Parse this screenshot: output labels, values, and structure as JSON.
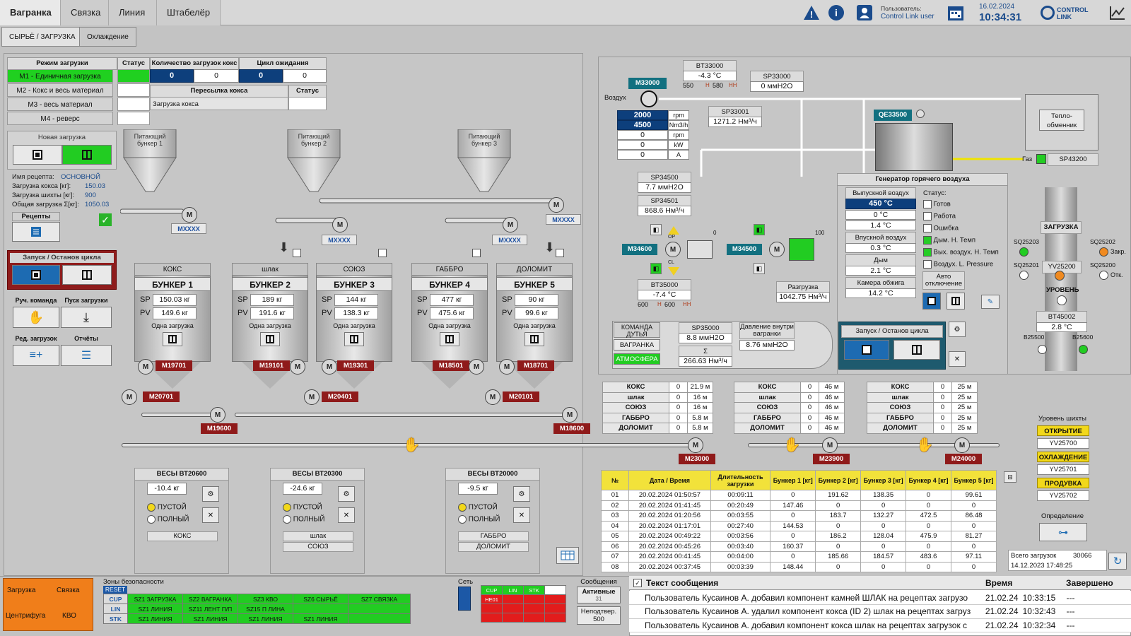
{
  "tabs": [
    "Вагранка",
    "Связка",
    "Линия",
    "Штабелёр"
  ],
  "subtabs": [
    "СЫРЬЁ / ЗАГРУЗКА",
    "Охлаждение"
  ],
  "header": {
    "user_label": "Пользователь:",
    "user_name": "Control Link user",
    "date": "16.02.2024",
    "time": "10:34:31",
    "brand": "CONTROL LINK"
  },
  "modes": {
    "h_mode": "Режим загрузки",
    "h_status": "Статус",
    "h_count": "Количество загрузок кокс",
    "h_cycle": "Цикл ожидания",
    "items": [
      "M1 - Единичная загрузка",
      "M2 - Кокс и весь материал",
      "M3 - весь материал",
      "M4 - реверс"
    ],
    "count_a": "0",
    "count_b": "0",
    "cycle_a": "0",
    "cycle_b": "0",
    "resend": "Пересылка кокса",
    "resend_status": "Статус",
    "coke_load": "Загрузка кокса"
  },
  "left": {
    "new_load": "Новая загрузка",
    "recipe_name_l": "Имя рецепта:",
    "recipe_name": "ОСНОВНОЙ",
    "coke_l": "Загрузка кокса [кг]:",
    "coke": "150.03",
    "charge_l": "Загрузка шихты [кг]:",
    "charge": "900",
    "total_l": "Общая загрузка Σ[кг]:",
    "total": "1050.03",
    "recipes": "Рецепты",
    "cycle": "Запуск / Останов цикла",
    "manual": "Руч. команда",
    "start_load": "Пуск загрузки",
    "edit": "Ред. загрузок",
    "reports": "Отчёты"
  },
  "feeders": [
    "Питающий бункер 1",
    "Питающий бункер 2",
    "Питающий бункер 3"
  ],
  "mxxxx": "MXXXX",
  "bunkers": [
    {
      "mat": "КОКС",
      "name": "БУНКЕР 1",
      "sp": "150.03 кг",
      "pv": "149.6 кг",
      "one": "Одна загрузка",
      "motor": "M19701"
    },
    {
      "mat": "шлак",
      "name": "БУНКЕР 2",
      "sp": "189 кг",
      "pv": "191.6 кг",
      "one": "Одна загрузка",
      "motor": "M19101"
    },
    {
      "mat": "СОЮЗ",
      "name": "БУНКЕР 3",
      "sp": "144 кг",
      "pv": "138.3 кг",
      "one": "Одна загрузка",
      "motor": "M19301"
    },
    {
      "mat": "ГАББРО",
      "name": "БУНКЕР 4",
      "sp": "477 кг",
      "pv": "475.6 кг",
      "one": "Одна загрузка",
      "motor": "M18501"
    },
    {
      "mat": "ДОЛОМИТ",
      "name": "БУНКЕР 5",
      "sp": "90 кг",
      "pv": "99.6 кг",
      "one": "Одна загрузка",
      "motor": "M18701"
    }
  ],
  "sp_l": "SP",
  "pv_l": "PV",
  "m": "M",
  "motors": {
    "m20701": "M20701",
    "m20401": "M20401",
    "m20101": "M20101",
    "m19600": "M19600",
    "m18600": "M18600",
    "m23000": "M23000",
    "m23900": "M23900",
    "m24000": "M24000"
  },
  "scales": [
    {
      "title": "ВЕСЫ ВТ20600",
      "val": "-10.4 кг",
      "empty": "ПУСТОЙ",
      "full": "ПОЛНЫЙ",
      "mats": [
        "КОКС"
      ]
    },
    {
      "title": "ВЕСЫ ВТ20300",
      "val": "-24.6 кг",
      "empty": "ПУСТОЙ",
      "full": "ПОЛНЫЙ",
      "mats": [
        "шлак",
        "СОЮЗ"
      ]
    },
    {
      "title": "ВЕСЫ ВТ20000",
      "val": "-9.5 кг",
      "empty": "ПУСТОЙ",
      "full": "ПОЛНЫЙ",
      "mats": [
        "ГАББРО",
        "ДОЛОМИТ"
      ]
    }
  ],
  "furnace": {
    "bt33000": "BT33000",
    "t1": "-4.3 °C",
    "lim_a": "550",
    "lim_a_h": "H",
    "lim_b": "580",
    "lim_b_hh": "HH",
    "sp33000": "SP33000",
    "p1": "0 ммH2O",
    "m33000": "M33000",
    "air": "Воздух",
    "rpm_sp": "2000",
    "rpm_u": "rpm",
    "nm_sp": "4500",
    "nm_u": "Nm3/h",
    "rpm_v": "0",
    "rpm_u2": "rpm",
    "kw_v": "0",
    "kw_u": "kW",
    "a_v": "0",
    "a_u": "A",
    "sp33001": "SP33001",
    "f1": "1271.2 Нм³/ч",
    "qe": "QE33500",
    "hx": "Тепло-обменник",
    "gas": "Газ",
    "sp43200": "SP43200",
    "sp34500": "SP34500",
    "p2": "7.7 ммH2O",
    "sp34501": "SP34501",
    "f2": "868.6 Нм³/ч",
    "m34600": "M34600",
    "m34500": "M34500",
    "op": "OP",
    "cl": "CL",
    "v0": "0",
    "v100": "100",
    "bt35000": "BT35000",
    "t2": "-7.4 °C",
    "lim_c": "600",
    "lim_c_h": "H",
    "lim_d": "600",
    "lim_d_hh": "HH",
    "unload": "Разгрузка",
    "f3": "1042.75 Нм³/ч",
    "cmd": "КОМАНДА ДУТЬЯ",
    "vagr": "ВАГРАНКА",
    "atm": "АТМОСФЕРА",
    "sp35000": "SP35000",
    "p3": "8.8 ммH2O",
    "sigma": "Σ",
    "f4": "266.63 Нм³/ч",
    "inner": "Давление внутри вагранки",
    "p4": "8.76 ммH2O"
  },
  "gen": {
    "title": "Генератор горячего воздуха",
    "exh": "Выпускной воздух",
    "exh_v": "450 °C",
    "v1": "0 °C",
    "v2": "1.4 °C",
    "inl": "Впускной воздух",
    "v3": "0.3 °C",
    "smoke": "Дым",
    "v4": "2.1 °C",
    "chamber": "Камера обжига",
    "v5": "14.2 °C",
    "status": "Статус:",
    "s": [
      "Готов",
      "Работа",
      "Ошибка",
      "Дым. Н. Темп",
      "Вых. воздух. Н. Темп",
      "Воздух. L. Pressure"
    ],
    "auto": "Авто отключение",
    "cycle": "Запуск / Останов цикла"
  },
  "right": {
    "load": "ЗАГРУЗКА",
    "sq25203": "SQ25203",
    "sq25202": "SQ25202",
    "zakr": "Закр.",
    "sq25201": "SQ25201",
    "yv25200": "YV25200",
    "sq25200": "SQ25200",
    "otk": "Отк.",
    "level": "УРОВЕНЬ",
    "bt45002": "BT45002",
    "t": "2.8 °C",
    "b25500": "B25500",
    "b25600": "B25600",
    "charge_level": "Уровень шихты",
    "open": "ОТКРЫТИЕ",
    "yv25700": "YV25700",
    "cool": "ОХЛАЖДЕНИЕ",
    "yv25701": "YV25701",
    "purge": "ПРОДУВКА",
    "yv25702": "YV25702",
    "detect": "Определение"
  },
  "materials": [
    {
      "rows": [
        [
          "КОКС",
          "0",
          "21.9 м"
        ],
        [
          "шлак",
          "0",
          "16 м"
        ],
        [
          "СОЮЗ",
          "0",
          "16 м"
        ],
        [
          "ГАББРО",
          "0",
          "5.8 м"
        ],
        [
          "ДОЛОМИТ",
          "0",
          "5.8 м"
        ]
      ]
    },
    {
      "rows": [
        [
          "КОКС",
          "0",
          "46 м"
        ],
        [
          "шлак",
          "0",
          "46 м"
        ],
        [
          "СОЮЗ",
          "0",
          "46 м"
        ],
        [
          "ГАББРО",
          "0",
          "46 м"
        ],
        [
          "ДОЛОМИТ",
          "0",
          "46 м"
        ]
      ]
    },
    {
      "rows": [
        [
          "КОКС",
          "0",
          "25 м"
        ],
        [
          "шлак",
          "0",
          "25 м"
        ],
        [
          "СОЮЗ",
          "0",
          "25 м"
        ],
        [
          "ГАББРО",
          "0",
          "25 м"
        ],
        [
          "ДОЛОМИТ",
          "0",
          "25 м"
        ]
      ]
    }
  ],
  "history": {
    "cols": [
      "№",
      "Дата / Время",
      "Длительность загрузки",
      "Бункер 1 [кг]",
      "Бункер 2 [кг]",
      "Бункер 3 [кг]",
      "Бункер 4 [кг]",
      "Бункер 5 [кг]"
    ],
    "rows": [
      [
        "01",
        "20.02.2024 01:50:57",
        "00:09:11",
        "0",
        "191.62",
        "138.35",
        "0",
        "99.61"
      ],
      [
        "02",
        "20.02.2024 01:41:45",
        "00:20:49",
        "147.46",
        "0",
        "0",
        "0",
        "0"
      ],
      [
        "03",
        "20.02.2024 01:20:56",
        "00:03:55",
        "0",
        "183.7",
        "132.27",
        "472.5",
        "86.48"
      ],
      [
        "04",
        "20.02.2024 01:17:01",
        "00:27:40",
        "144.53",
        "0",
        "0",
        "0",
        "0"
      ],
      [
        "05",
        "20.02.2024 00:49:22",
        "00:03:56",
        "0",
        "186.2",
        "128.04",
        "475.9",
        "81.27"
      ],
      [
        "06",
        "20.02.2024 00:45:26",
        "00:03:40",
        "160.37",
        "0",
        "0",
        "0",
        "0"
      ],
      [
        "07",
        "20.02.2024 00:41:45",
        "00:04:00",
        "0",
        "185.66",
        "184.57",
        "483.6",
        "97.11"
      ],
      [
        "08",
        "20.02.2024 00:37:45",
        "00:03:39",
        "148.44",
        "0",
        "0",
        "0",
        "0"
      ]
    ],
    "total_l": "Всего загрузок",
    "total": "30066",
    "last": "14.12.2023 17:48:25"
  },
  "bottom": {
    "b1": "Загрузка",
    "b2": "Связка",
    "b3": "Центрифуга",
    "b4": "КВО",
    "zones": "Зоны безопасности",
    "reset": "RESET",
    "zone_rows": [
      [
        "CUP",
        "SZ1 ЗАГРУЗКА",
        "SZ2 ВАГРАНКА",
        "SZ3 КВО",
        "SZ6 СЫРЬЁ",
        "SZ7 СВЯЗКА"
      ],
      [
        "LIN",
        "SZ1 ЛИНИЯ",
        "SZ11 ЛЕНТ П/П",
        "SZ15 П ЛИНА",
        "",
        ""
      ],
      [
        "STK",
        "SZ1 ЛИНИЯ",
        "SZ1 ЛИНИЯ",
        "SZ1 ЛИНИЯ",
        "SZ1 ЛИНИЯ",
        ""
      ]
    ],
    "net": "Сеть",
    "net_h": [
      "CUP",
      "LIN",
      "STK"
    ],
    "net_r": "HE01",
    "msgs": "Сообщения",
    "active": "Активные",
    "active_n": "31",
    "unack": "Неподтвер.",
    "unack_n": "500"
  },
  "messages": {
    "h_text": "Текст сообщения",
    "h_time": "Время",
    "h_done": "Завершено",
    "rows": [
      [
        "Пользователь Кусаинов А. добавил компонент камней ШЛАК на рецептах загрузо",
        "21.02.24",
        "10:33:15",
        "---"
      ],
      [
        "Пользователь Кусаинов А. удалил компонент кокса (ID 2) шлак на рецептах загруз",
        "21.02.24",
        "10:32:43",
        "---"
      ],
      [
        "Пользователь Кусаинов А. добавил компонент кокса шлак на рецептах загрузок с",
        "21.02.24",
        "10:32:34",
        "---"
      ]
    ]
  }
}
